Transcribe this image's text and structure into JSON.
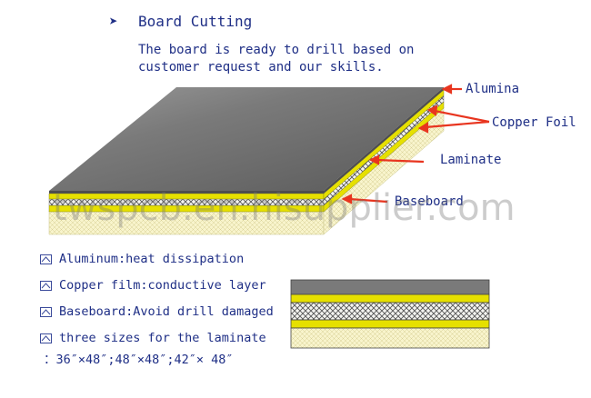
{
  "section": {
    "marker": "➤",
    "title": "Board Cutting",
    "intro_line1": "The board is ready to drill based on",
    "intro_line2": "customer request and our skills."
  },
  "callouts": {
    "alumina": "Alumina",
    "copper_foil": "Copper Foil",
    "laminate": "Laminate",
    "baseboard": "Baseboard"
  },
  "features": [
    {
      "icon": "box-icon",
      "text": "Aluminum:heat dissipation"
    },
    {
      "icon": "box-icon",
      "text": "Copper film:conductive layer"
    },
    {
      "icon": "box-icon",
      "text": "Baseboard:Avoid drill damaged"
    },
    {
      "icon": "box-icon",
      "text": "three sizes for the laminate"
    }
  ],
  "sizes_line": "：36″×48″;48″×48″;42″× 48″",
  "watermark": "twspcb.en.hisupplier.com",
  "colors": {
    "text": "#1f2f86",
    "arrow": "#e8351f",
    "aluminum": "#6e6e6e",
    "copper": "#e6e000",
    "laminate_pattern": "#555555",
    "baseboard": "#f7f3c6"
  }
}
